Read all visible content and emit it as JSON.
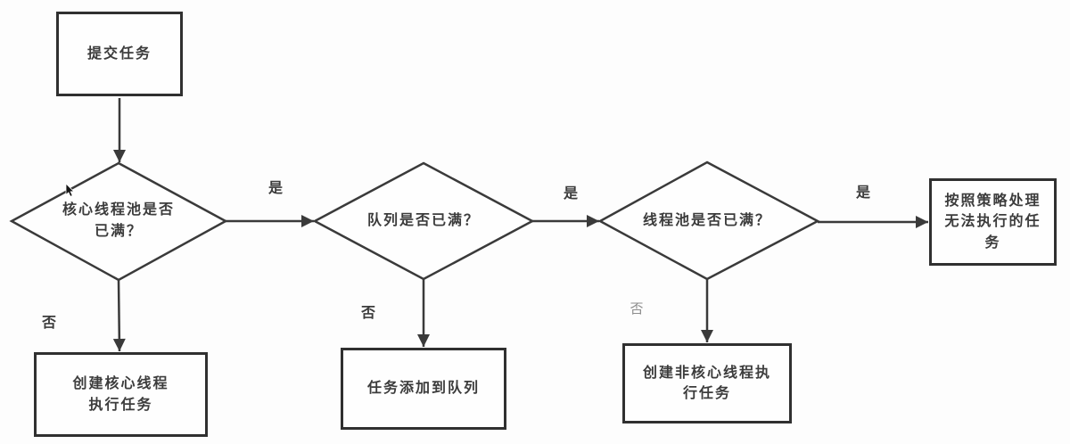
{
  "diagram": {
    "background_color": "#fdfdfd",
    "line_color": "#3a3a3a",
    "nodes": {
      "submit": {
        "label": "提交任务"
      },
      "core_pool_full": {
        "label": "核心线程池是否\n已满？"
      },
      "create_core_thread": {
        "label": "创建核心线程\n执行任务"
      },
      "queue_full": {
        "label": "队列是否已满？"
      },
      "add_task_to_queue": {
        "label": "任务添加到队列"
      },
      "thread_pool_full": {
        "label": "线程池是否已满？"
      },
      "create_non_core_thread": {
        "label": "创建非核心线程执\n行任务"
      },
      "handle_by_policy": {
        "label": "按照策略处理\n无法执行的任\n务"
      }
    },
    "edge_labels": {
      "core_full_yes": "是",
      "core_full_no": "否",
      "queue_full_yes": "是",
      "queue_full_no": "否",
      "pool_full_yes": "是",
      "pool_full_no": "否"
    }
  }
}
